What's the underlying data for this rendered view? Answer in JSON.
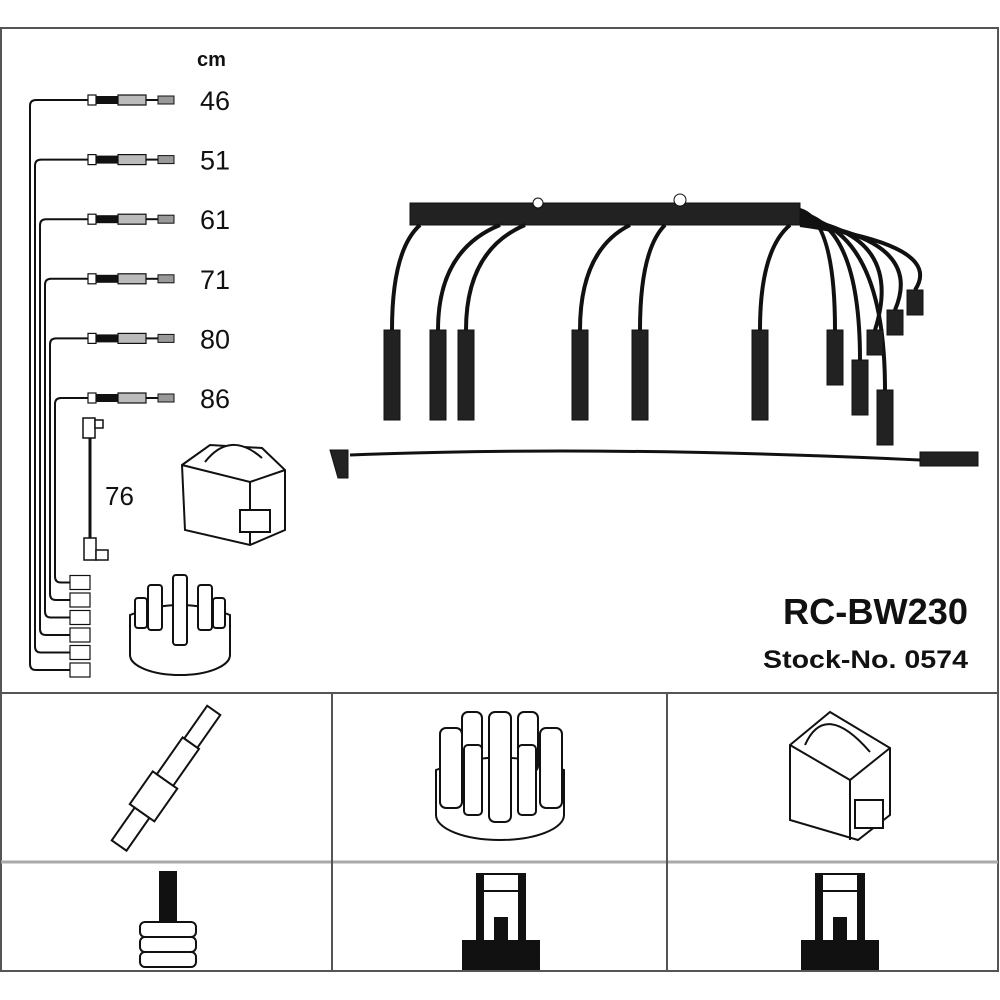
{
  "diagram": {
    "unit_label": "cm",
    "wire_lengths": [
      "46",
      "51",
      "61",
      "71",
      "80",
      "86"
    ],
    "coil_wire_length": "76",
    "product_code": "RC-BW230",
    "stock_number": "Stock-No. 0574"
  },
  "colors": {
    "ink": "#111111",
    "frame": "#555555",
    "background": "#ffffff"
  }
}
